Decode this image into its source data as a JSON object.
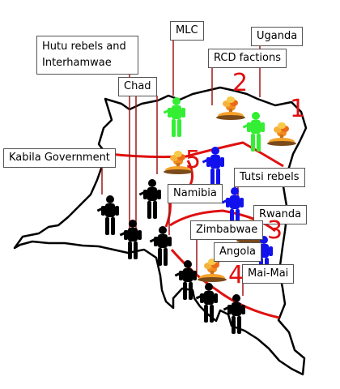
{
  "labels": {
    "mlc": "MLC",
    "uganda": "Uganda",
    "hutu": "Hutu rebels and Interhamwae",
    "rcd": "RCD factions",
    "chad": "Chad",
    "kabila": "Kabila Government",
    "tutsi": "Tutsi rebels",
    "namibia": "Namibia",
    "rwanda": "Rwanda",
    "zimbabwe": "Zimbabwae",
    "angola": "Angola",
    "maimai": "Mai-Mai"
  },
  "zones": [
    "1",
    "2",
    "3",
    "4",
    "5"
  ],
  "colors": {
    "zone_line": "#e01010",
    "leader": "#a01818",
    "green_faction": "#33ee33",
    "blue_faction": "#1111ee",
    "black_faction": "#000000"
  },
  "icons": {
    "soldier": "soldier-icon",
    "explosion": "explosion-icon"
  }
}
